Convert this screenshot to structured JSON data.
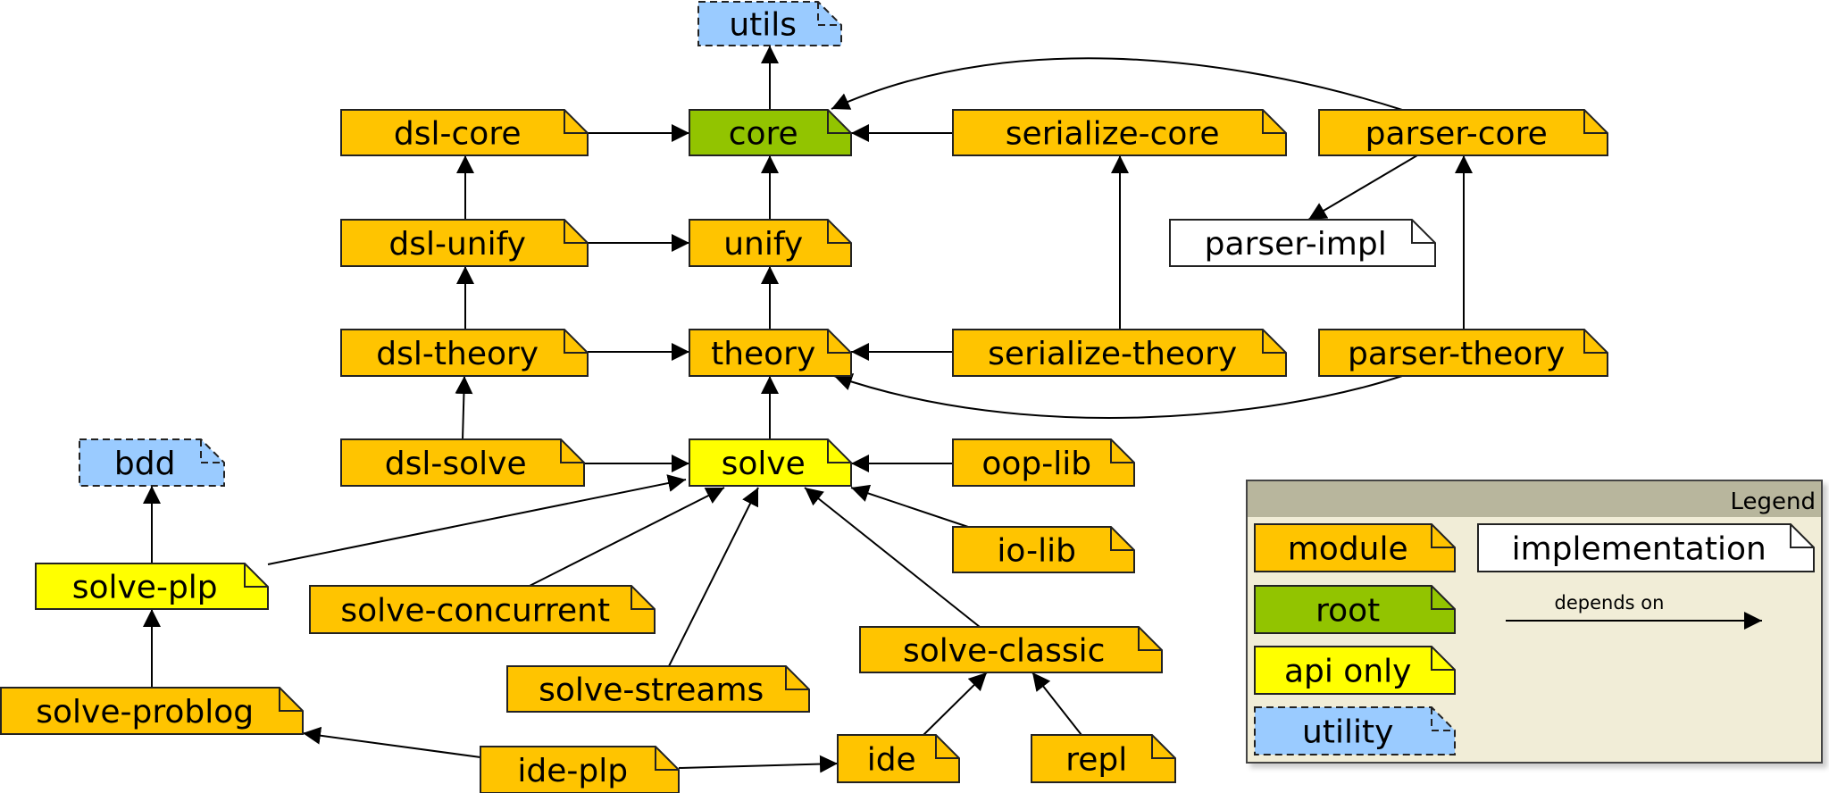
{
  "colors": {
    "module": "#FFC400",
    "root": "#92C400",
    "api_only": "#FFFF00",
    "utility": "#9ACBFF",
    "implementation": "#FFFFFF",
    "legend_header": "#B8B69D",
    "legend_body": "#F1EDD7"
  },
  "nodes": [
    {
      "id": "utils",
      "label": "utils",
      "kind": "utility"
    },
    {
      "id": "dsl-core",
      "label": "dsl-core",
      "kind": "module"
    },
    {
      "id": "core",
      "label": "core",
      "kind": "root"
    },
    {
      "id": "serialize-core",
      "label": "serialize-core",
      "kind": "module"
    },
    {
      "id": "parser-core",
      "label": "parser-core",
      "kind": "module"
    },
    {
      "id": "dsl-unify",
      "label": "dsl-unify",
      "kind": "module"
    },
    {
      "id": "unify",
      "label": "unify",
      "kind": "module"
    },
    {
      "id": "parser-impl",
      "label": "parser-impl",
      "kind": "implementation"
    },
    {
      "id": "dsl-theory",
      "label": "dsl-theory",
      "kind": "module"
    },
    {
      "id": "theory",
      "label": "theory",
      "kind": "module"
    },
    {
      "id": "serialize-theory",
      "label": "serialize-theory",
      "kind": "module"
    },
    {
      "id": "parser-theory",
      "label": "parser-theory",
      "kind": "module"
    },
    {
      "id": "bdd",
      "label": "bdd",
      "kind": "utility"
    },
    {
      "id": "dsl-solve",
      "label": "dsl-solve",
      "kind": "module"
    },
    {
      "id": "solve",
      "label": "solve",
      "kind": "api_only"
    },
    {
      "id": "oop-lib",
      "label": "oop-lib",
      "kind": "module"
    },
    {
      "id": "io-lib",
      "label": "io-lib",
      "kind": "module"
    },
    {
      "id": "solve-plp",
      "label": "solve-plp",
      "kind": "api_only"
    },
    {
      "id": "solve-concurrent",
      "label": "solve-concurrent",
      "kind": "module"
    },
    {
      "id": "solve-classic",
      "label": "solve-classic",
      "kind": "module"
    },
    {
      "id": "solve-streams",
      "label": "solve-streams",
      "kind": "module"
    },
    {
      "id": "solve-problog",
      "label": "solve-problog",
      "kind": "module"
    },
    {
      "id": "ide-plp",
      "label": "ide-plp",
      "kind": "module"
    },
    {
      "id": "ide",
      "label": "ide",
      "kind": "module"
    },
    {
      "id": "repl",
      "label": "repl",
      "kind": "module"
    }
  ],
  "edges": [
    {
      "from": "core",
      "to": "utils"
    },
    {
      "from": "dsl-core",
      "to": "core"
    },
    {
      "from": "serialize-core",
      "to": "core"
    },
    {
      "from": "parser-core",
      "to": "core"
    },
    {
      "from": "parser-core",
      "to": "parser-impl"
    },
    {
      "from": "unify",
      "to": "core"
    },
    {
      "from": "dsl-unify",
      "to": "dsl-core"
    },
    {
      "from": "dsl-unify",
      "to": "unify"
    },
    {
      "from": "theory",
      "to": "unify"
    },
    {
      "from": "dsl-theory",
      "to": "dsl-unify"
    },
    {
      "from": "dsl-theory",
      "to": "theory"
    },
    {
      "from": "serialize-theory",
      "to": "theory"
    },
    {
      "from": "serialize-theory",
      "to": "serialize-core"
    },
    {
      "from": "parser-theory",
      "to": "parser-core"
    },
    {
      "from": "parser-theory",
      "to": "theory"
    },
    {
      "from": "solve",
      "to": "theory"
    },
    {
      "from": "dsl-solve",
      "to": "dsl-theory"
    },
    {
      "from": "dsl-solve",
      "to": "solve"
    },
    {
      "from": "oop-lib",
      "to": "solve"
    },
    {
      "from": "io-lib",
      "to": "solve"
    },
    {
      "from": "solve-plp",
      "to": "solve"
    },
    {
      "from": "solve-plp",
      "to": "bdd"
    },
    {
      "from": "solve-concurrent",
      "to": "solve"
    },
    {
      "from": "solve-streams",
      "to": "solve"
    },
    {
      "from": "solve-classic",
      "to": "solve"
    },
    {
      "from": "solve-problog",
      "to": "solve-plp"
    },
    {
      "from": "ide-plp",
      "to": "solve-problog"
    },
    {
      "from": "ide-plp",
      "to": "ide"
    },
    {
      "from": "ide",
      "to": "solve-classic"
    },
    {
      "from": "repl",
      "to": "solve-classic"
    }
  ],
  "legend": {
    "title": "Legend",
    "items": [
      {
        "label": "module",
        "kind": "module"
      },
      {
        "label": "root",
        "kind": "root"
      },
      {
        "label": "api only",
        "kind": "api_only"
      },
      {
        "label": "utility",
        "kind": "utility"
      },
      {
        "label": "implementation",
        "kind": "implementation"
      }
    ],
    "arrow_label": "depends on"
  }
}
